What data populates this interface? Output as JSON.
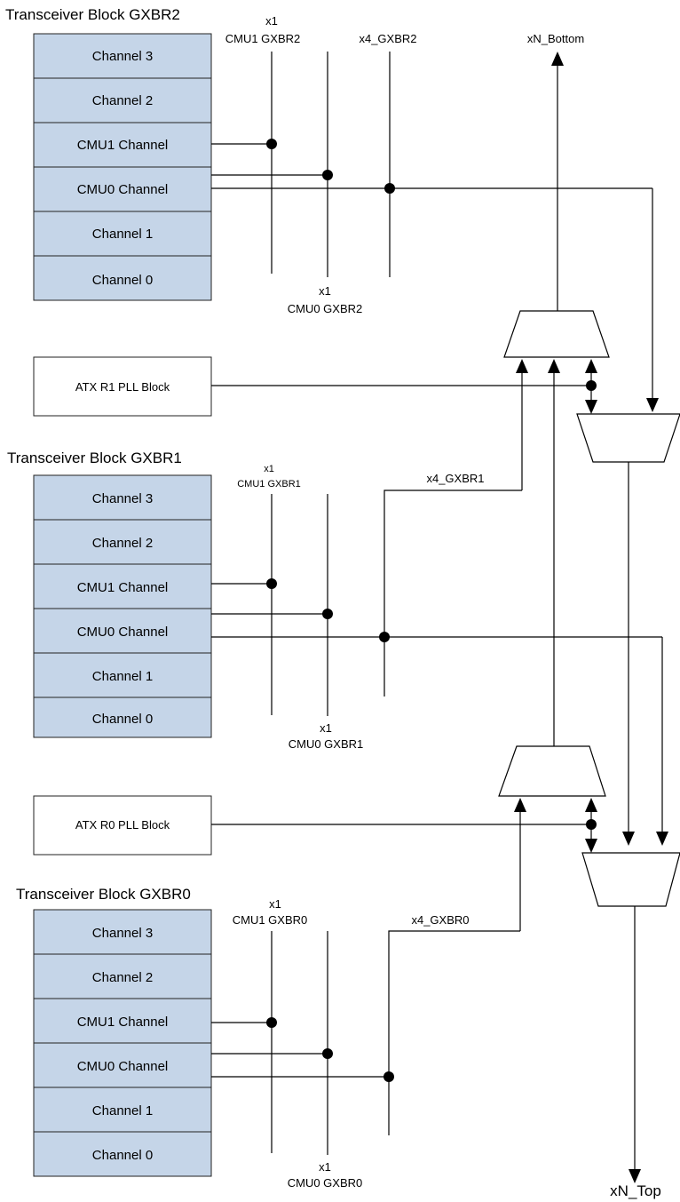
{
  "blocks": [
    {
      "title": "Transceiver Block GXBR2",
      "channels": [
        "Channel 3",
        "Channel 2",
        "CMU1 Channel",
        "CMU0 Channel",
        "Channel 1",
        "Channel 0"
      ],
      "cmu1_label_x1": "x1",
      "cmu1_label": "CMU1 GXBR2",
      "cmu0_label_x1": "x1",
      "cmu0_label": "CMU0 GXBR2",
      "x4_label": "x4_GXBR2"
    },
    {
      "title": "Transceiver Block GXBR1",
      "channels": [
        "Channel 3",
        "Channel 2",
        "CMU1 Channel",
        "CMU0 Channel",
        "Channel 1",
        "Channel 0"
      ],
      "cmu1_label_x1": "x1",
      "cmu1_label": "CMU1 GXBR1",
      "cmu0_label_x1": "x1",
      "cmu0_label": "CMU0 GXBR1",
      "x4_label": "x4_GXBR1"
    },
    {
      "title": "Transceiver Block GXBR0",
      "channels": [
        "Channel 3",
        "Channel 2",
        "CMU1 Channel",
        "CMU0 Channel",
        "Channel 1",
        "Channel 0"
      ],
      "cmu1_label_x1": "x1",
      "cmu1_label": "CMU1 GXBR0",
      "cmu0_label_x1": "x1",
      "cmu0_label": "CMU0 GXBR0",
      "x4_label": "x4_GXBR0"
    }
  ],
  "pll_blocks": [
    "ATX R1 PLL Block",
    "ATX R0 PLL Block"
  ],
  "outputs": {
    "bottom": "xN_Bottom",
    "top": "xN_Top"
  },
  "colors": {
    "channel_fill": "#c5d5e8",
    "line": "#000000"
  }
}
